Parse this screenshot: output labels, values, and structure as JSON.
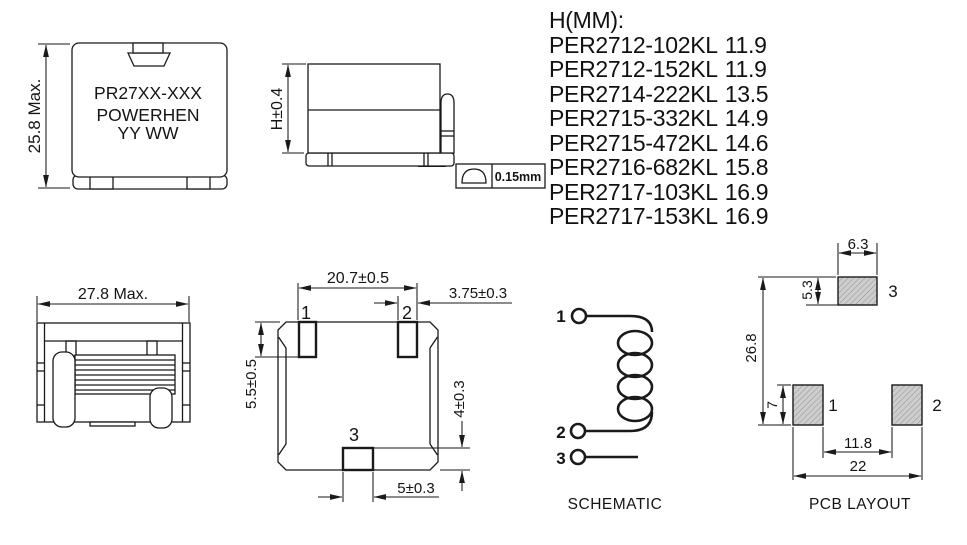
{
  "front_view": {
    "dim_height": "25.8 Max.",
    "marking": {
      "line1": "PR27XX-XXX",
      "line2": "POWERHEN",
      "line3": "YY WW"
    }
  },
  "side_view": {
    "dim_height": "H±0.4",
    "wire_detail_label": "0.15mm"
  },
  "parts_table": {
    "header": "H(MM):",
    "rows": [
      {
        "part": "PER2712-102KL",
        "height_mm": "11.9"
      },
      {
        "part": "PER2712-152KL",
        "height_mm": "11.9"
      },
      {
        "part": "PER2714-222KL",
        "height_mm": "13.5"
      },
      {
        "part": "PER2715-332KL",
        "height_mm": "14.9"
      },
      {
        "part": "PER2715-472KL",
        "height_mm": "14.6"
      },
      {
        "part": "PER2716-682KL",
        "height_mm": "15.8"
      },
      {
        "part": "PER2717-103KL",
        "height_mm": "16.9"
      },
      {
        "part": "PER2717-153KL",
        "height_mm": "16.9"
      }
    ]
  },
  "coil_view": {
    "dim_width": "27.8 Max."
  },
  "bottom_view": {
    "dim_pin_span": "20.7±0.5",
    "dim_pin2_width": "3.75±0.3",
    "dim_pin_depth": "5.5±0.5",
    "dim_pin3_height": "4±0.3",
    "dim_pin3_width": "5±0.3",
    "pin1": "1",
    "pin2": "2",
    "pin3": "3"
  },
  "schematic": {
    "caption": "SCHEMATIC",
    "pin1": "1",
    "pin2": "2",
    "pin3": "3"
  },
  "pcb_layout": {
    "caption": "PCB LAYOUT",
    "dim_pad3_width": "6.3",
    "dim_pad3_height": "5.3",
    "dim_total_height": "26.8",
    "dim_pad1_height": "7",
    "dim_inner_gap": "11.8",
    "dim_outer_span": "22",
    "pad1": "1",
    "pad2": "2",
    "pad3": "3"
  },
  "colors": {
    "line": "#1a1a1a",
    "text": "#141414",
    "pad_fill": "#cdcdcd",
    "pad_hatch": "#8f8f8f",
    "background": "#ffffff"
  }
}
